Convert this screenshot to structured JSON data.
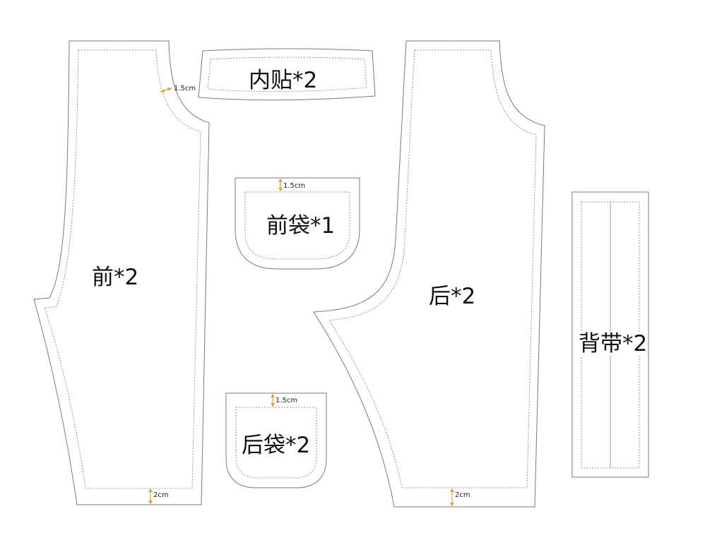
{
  "pieces": {
    "front": "前*2",
    "facing": "内贴*2",
    "front_pocket": "前袋*1",
    "back_pocket": "后袋*2",
    "back": "后*2",
    "strap": "背带*2"
  },
  "allowances": {
    "crotch_front": "1.5cm",
    "front_pocket_top": "1.5cm",
    "back_pocket_top": "1.5cm",
    "front_hem": "2cm",
    "back_hem": "2cm"
  },
  "colors": {
    "outline": "#7a7a7a",
    "seam": "#777777",
    "dimension_arrow": "#e0a024"
  }
}
